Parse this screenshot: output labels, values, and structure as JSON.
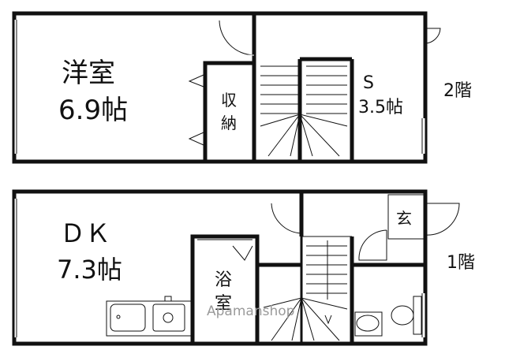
{
  "floor2": {
    "label": "2階",
    "rooms": {
      "western": {
        "name": "洋室",
        "size": "6.9帖"
      },
      "closet": {
        "line1": "収",
        "line2": "納"
      },
      "storage": {
        "name": "S",
        "size": "3.5帖"
      }
    }
  },
  "floor1": {
    "label": "1階",
    "rooms": {
      "dk": {
        "name": "ＤＫ",
        "size": "7.3帖"
      },
      "bath": {
        "line1": "浴",
        "line2": "室"
      },
      "entrance": {
        "name": "玄"
      }
    }
  },
  "watermark": "Apamanshop"
}
